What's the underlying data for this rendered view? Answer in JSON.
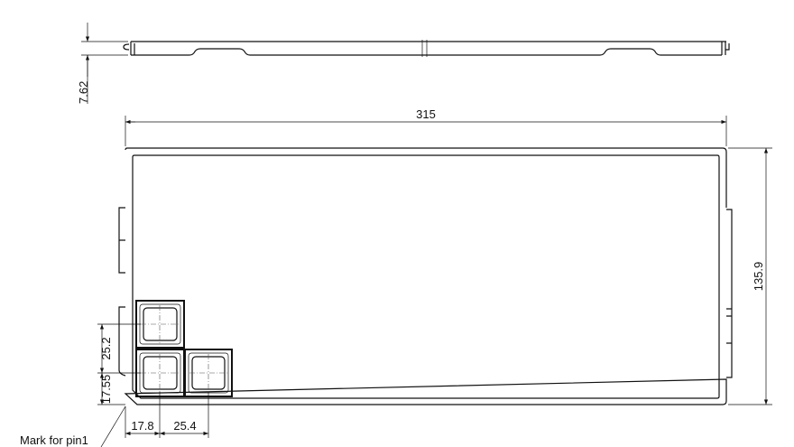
{
  "drawing": {
    "dimensions": {
      "height_side": "7.62",
      "length": "315",
      "width": "135.9",
      "pitch_y": "25.2",
      "offset_y": "17.55",
      "offset_x": "17.8",
      "pitch_x": "25.4"
    },
    "annotation": "Mark for pin1",
    "line_color": "#111111"
  }
}
